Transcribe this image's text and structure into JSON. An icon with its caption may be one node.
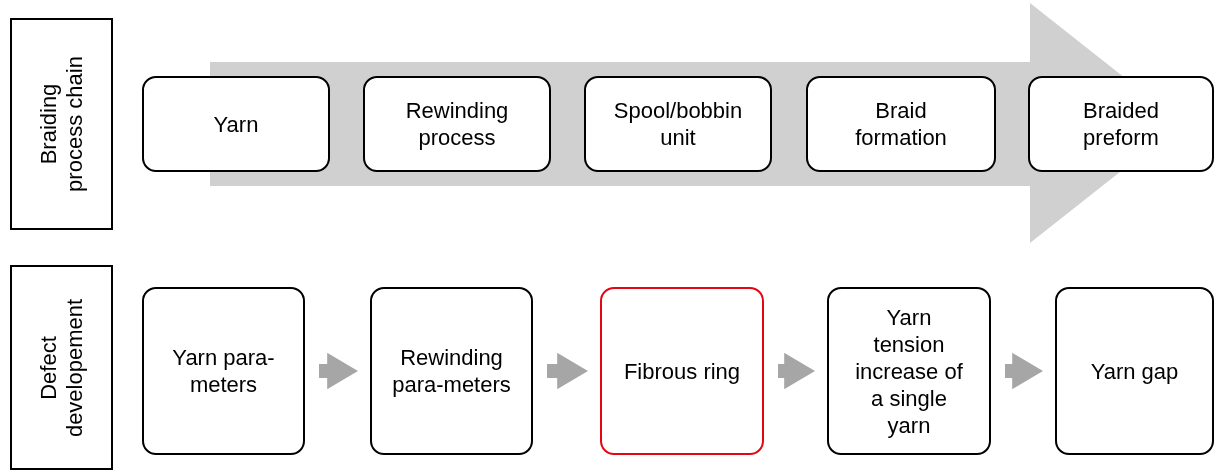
{
  "diagram": {
    "nodes": [
      {
        "text": [
          "Braiding process chain"
        ]
      },
      {
        "text": [
          "Yarn"
        ]
      },
      {
        "text": [
          "Rewinding process"
        ]
      },
      {
        "text": [
          "Spool/bobbin unit"
        ]
      },
      {
        "text": [
          "Braid formation"
        ]
      },
      {
        "text": [
          "Braided preform"
        ]
      },
      {
        "text": [
          "Defect developement"
        ]
      },
      {
        "text": [
          "Yarn para-meters"
        ]
      },
      {
        "text": [
          "Rewinding para-meters"
        ]
      },
      {
        "text": [
          "Fibrous ring"
        ]
      },
      {
        "text": [
          "Yarn tension increase of a single yarn"
        ]
      },
      {
        "text": [
          "Yarn gap"
        ]
      }
    ],
    "edges": [
      {
        "from": 7,
        "to": 8,
        "arrow": "to"
      },
      {
        "from": 8,
        "to": 9,
        "arrow": "to"
      },
      {
        "from": 9,
        "to": 10,
        "arrow": "to"
      },
      {
        "from": 10,
        "to": 11,
        "arrow": "to"
      }
    ]
  }
}
